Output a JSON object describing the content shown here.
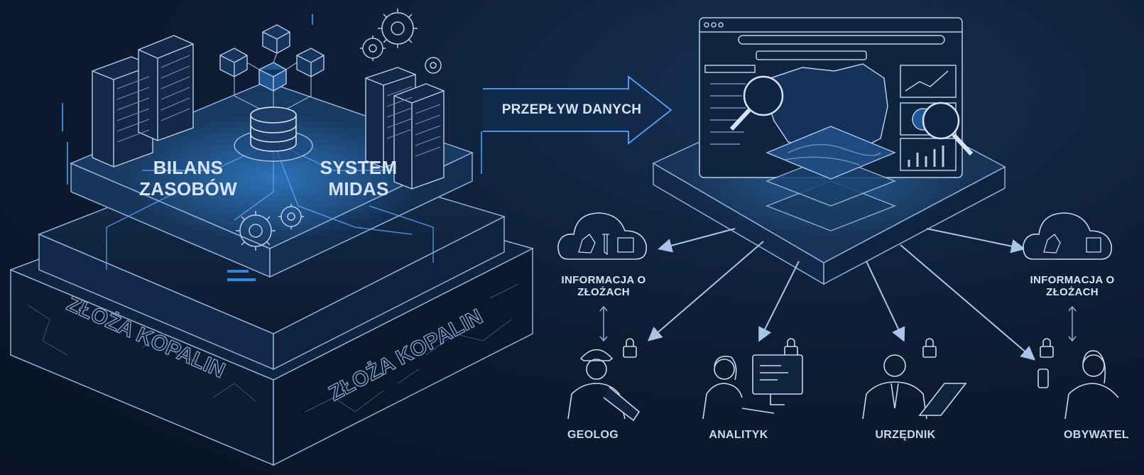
{
  "labels": {
    "bilans": "BILANS ZASOBÓW",
    "midas": "SYSTEM MIDAS",
    "flow": "PRZEPŁYW DANYCH",
    "deposits_left": "ZŁOŻA KOPALIN",
    "deposits_right": "ZŁOŻA KOPALIN",
    "info_left": "INFORMACJA O ZŁOŻACH",
    "info_right": "INFORMACJA O ZŁOŻACH"
  },
  "roles": {
    "geolog": "GEOLOG",
    "analityk": "ANALITYK",
    "urzednik": "URZĘDNIK",
    "obywatel": "OBYWATEL"
  },
  "colors": {
    "background": "#0a1526",
    "line": "#8fb0d8",
    "glow": "#3fa0ff",
    "text": "#d6e4f7"
  }
}
